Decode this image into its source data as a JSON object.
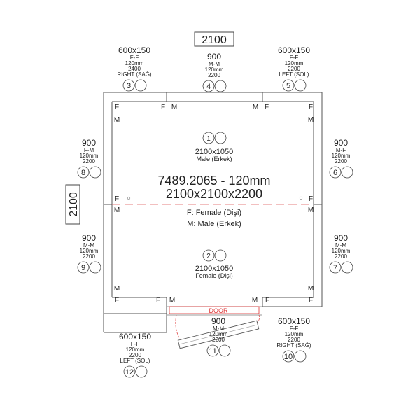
{
  "dimension_top": "2100",
  "dimension_left": "2100",
  "center": {
    "code": "7489.2065 - 120mm",
    "size": "2100x2100x2200",
    "legend_f": "F: Female (Dişi)",
    "legend_m": "M: Male (Erkek)"
  },
  "door_label": "DOOR",
  "floor_panels": [
    {
      "num": "1",
      "size": "2100x1050",
      "type": "Male (Erkek)"
    },
    {
      "num": "2",
      "size": "2100x1050",
      "type": "Female (Dişi)"
    }
  ],
  "panels": [
    {
      "num": "3",
      "lines": [
        "600x150",
        "F-F",
        "120mm",
        "2400",
        "RIGHT (SAĞ)"
      ]
    },
    {
      "num": "4",
      "lines": [
        "900",
        "M-M",
        "120mm",
        "2200"
      ]
    },
    {
      "num": "5",
      "lines": [
        "600x150",
        "F-F",
        "120mm",
        "2200",
        "LEFT (SOL)"
      ]
    },
    {
      "num": "6",
      "lines": [
        "900",
        "M-F",
        "120mm",
        "2200"
      ]
    },
    {
      "num": "7",
      "lines": [
        "900",
        "M-M",
        "120mm",
        "2200"
      ]
    },
    {
      "num": "8",
      "lines": [
        "900",
        "F-M",
        "120mm",
        "2200"
      ]
    },
    {
      "num": "9",
      "lines": [
        "900",
        "M-M",
        "120mm",
        "2200"
      ]
    },
    {
      "num": "10",
      "lines": [
        "600x150",
        "F-F",
        "120mm",
        "2200",
        "RIGHT (SAĞ)"
      ]
    },
    {
      "num": "11",
      "lines": [
        "900",
        "M-M",
        "120mm",
        "2200"
      ]
    },
    {
      "num": "12",
      "lines": [
        "600x150",
        "F-F",
        "120mm",
        "2200",
        "LEFT (SOL)"
      ]
    }
  ],
  "joint_marks": {
    "female": "F",
    "male": "M"
  }
}
